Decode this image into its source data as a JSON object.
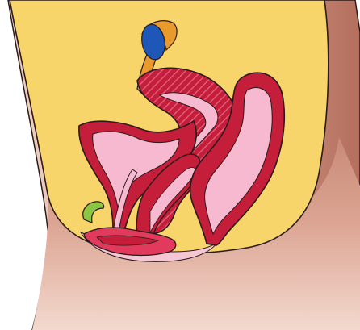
{
  "figure": {
    "type": "anatomical-illustration",
    "view": "sagittal-section",
    "labels": []
  },
  "colors": {
    "background": "#ffffff",
    "skin_light": "#f1d3c8",
    "skin_mid": "#d9a08e",
    "skin_dark": "#b6705f",
    "body_cavity": "#f7d56a",
    "muscle_red": "#c41e3a",
    "muscle_stripe": "#e25a78",
    "mucosa_pink": "#f6b9cf",
    "ovary_blue": "#1f57b8",
    "fallopian_orange": "#e99a2c",
    "clitoris_green": "#8cc645",
    "outline": "#2a1a1a"
  },
  "structures": [
    {
      "id": "ovary",
      "color_key": "ovary_blue"
    },
    {
      "id": "fallopian-tube",
      "color_key": "fallopian_orange"
    },
    {
      "id": "uterus",
      "color_key": "muscle_red"
    },
    {
      "id": "bladder",
      "color_key": "muscle_red"
    },
    {
      "id": "urethra",
      "color_key": "mucosa_pink"
    },
    {
      "id": "vagina",
      "color_key": "muscle_red"
    },
    {
      "id": "rectum",
      "color_key": "muscle_red"
    },
    {
      "id": "clitoris",
      "color_key": "clitoris_green"
    },
    {
      "id": "labia",
      "color_key": "muscle_red"
    }
  ]
}
